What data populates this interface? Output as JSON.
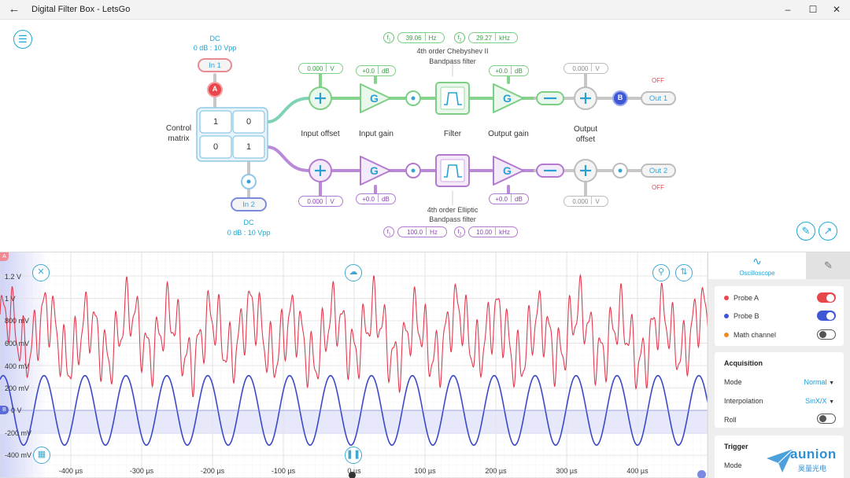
{
  "window": {
    "title": "Digital Filter Box - LetsGo"
  },
  "input1": {
    "coupling": "DC",
    "range": "0 dB : 10 Vpp",
    "button": "In 1",
    "probe": "A"
  },
  "input2": {
    "coupling": "DC",
    "range": "0 dB : 10 Vpp",
    "button": "In 2"
  },
  "control_matrix": {
    "label_line1": "Control",
    "label_line2": "matrix",
    "cells": [
      "1",
      "0",
      "0",
      "1"
    ]
  },
  "stage_labels": {
    "input_offset": "Input offset",
    "input_gain": "Input gain",
    "filter": "Filter",
    "output_gain": "Output gain",
    "output_offset_l1": "Output",
    "output_offset_l2": "offset"
  },
  "channel1": {
    "filter_line1": "4th order Chebyshev II",
    "filter_line2": "Bandpass filter",
    "f1_value": "39.06",
    "f1_unit": "Hz",
    "f2_value": "29.27",
    "f2_unit": "kHz",
    "input_offset": "0.000",
    "input_offset_unit": "V",
    "input_gain": "+0.0",
    "input_gain_unit": "dB",
    "output_gain": "+0.0",
    "output_gain_unit": "dB",
    "output_offset": "0.000",
    "output_offset_unit": "V",
    "output": "Out 1",
    "output_state": "OFF",
    "probe": "B"
  },
  "channel2": {
    "filter_line1": "4th order Elliptic",
    "filter_line2": "Bandpass filter",
    "f1_value": "100.0",
    "f1_unit": "Hz",
    "f2_value": "10.00",
    "f2_unit": "kHz",
    "input_offset": "0.000",
    "input_offset_unit": "V",
    "input_gain": "+0.0",
    "input_gain_unit": "dB",
    "output_gain": "+0.0",
    "output_gain_unit": "dB",
    "output_offset": "0.000",
    "output_offset_unit": "V",
    "output": "Out 2",
    "output_state": "OFF"
  },
  "scope": {
    "y_ticks": [
      "1.2 V",
      "1 V",
      "800 mV",
      "600 mV",
      "400 mV",
      "200 mV",
      "0 V",
      "-200 mV",
      "-400 mV"
    ],
    "x_ticks": [
      "-400 µs",
      "-300 µs",
      "-200 µs",
      "-100 µs",
      "0 µs",
      "100 µs",
      "200 µs",
      "300 µs",
      "400 µs"
    ],
    "marker_a": "A",
    "marker_b": "B",
    "trace_a_color": "#e23a4f",
    "trace_b_color": "#3b49c9"
  },
  "panel": {
    "tab_oscilloscope": "Oscilloscope",
    "probe_a": "Probe A",
    "probe_b": "Probe B",
    "math_channel": "Math channel",
    "acquisition_header": "Acquisition",
    "mode_label": "Mode",
    "mode_value": "Normal",
    "interpolation_label": "Interpolation",
    "interpolation_value": "SinX/X",
    "roll_label": "Roll",
    "trigger_header": "Trigger",
    "trigger_mode_label": "Mode"
  },
  "watermark": {
    "brand": "aunion",
    "sub": "昊量光电"
  },
  "colors": {
    "accent": "#1aa8d6",
    "green": "#5cc466",
    "purple": "#a062c9",
    "probe_a": "#e8464b",
    "probe_b": "#3d57d6",
    "math": "#f08a24"
  }
}
